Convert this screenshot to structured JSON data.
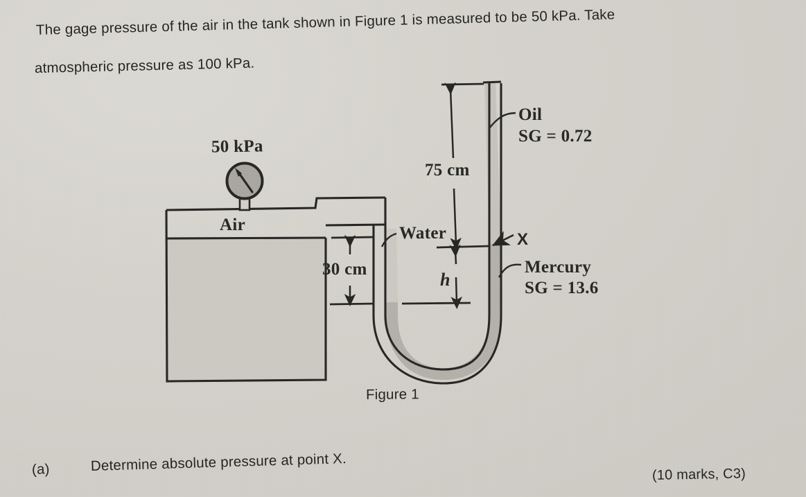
{
  "document": {
    "kind": "exam-question-scan",
    "background_color": "#d6d4ce",
    "ink_color": "#23241f"
  },
  "question": {
    "line1": "The gage pressure of the air in the tank shown in Figure 1 is measured to be 50 kPa. Take",
    "line2": "atmospheric pressure as 100 kPa.",
    "part_label": "(a)",
    "part_text": "Determine absolute pressure at point X.",
    "marks": "(10 marks, C3)"
  },
  "figure": {
    "caption": "Figure 1",
    "labels": {
      "gauge_reading": "50 kPa",
      "tank_gas": "Air",
      "tube_dim_left": "30 cm",
      "tube_dim_right": "75 cm",
      "fluid_water": "Water",
      "mercury_height": "h",
      "fluid_oil": "Oil",
      "oil_sg": "SG = 0.72",
      "fluid_mercury": "Mercury",
      "mercury_sg": "SG = 13.6",
      "point": "X"
    },
    "colors": {
      "water_fill": "#cdcac3",
      "oil_fill": "#c6c3bc",
      "mercury_fill": "#b4b1aa",
      "gauge_face": "#a9a6a0",
      "outline": "#232320"
    }
  }
}
